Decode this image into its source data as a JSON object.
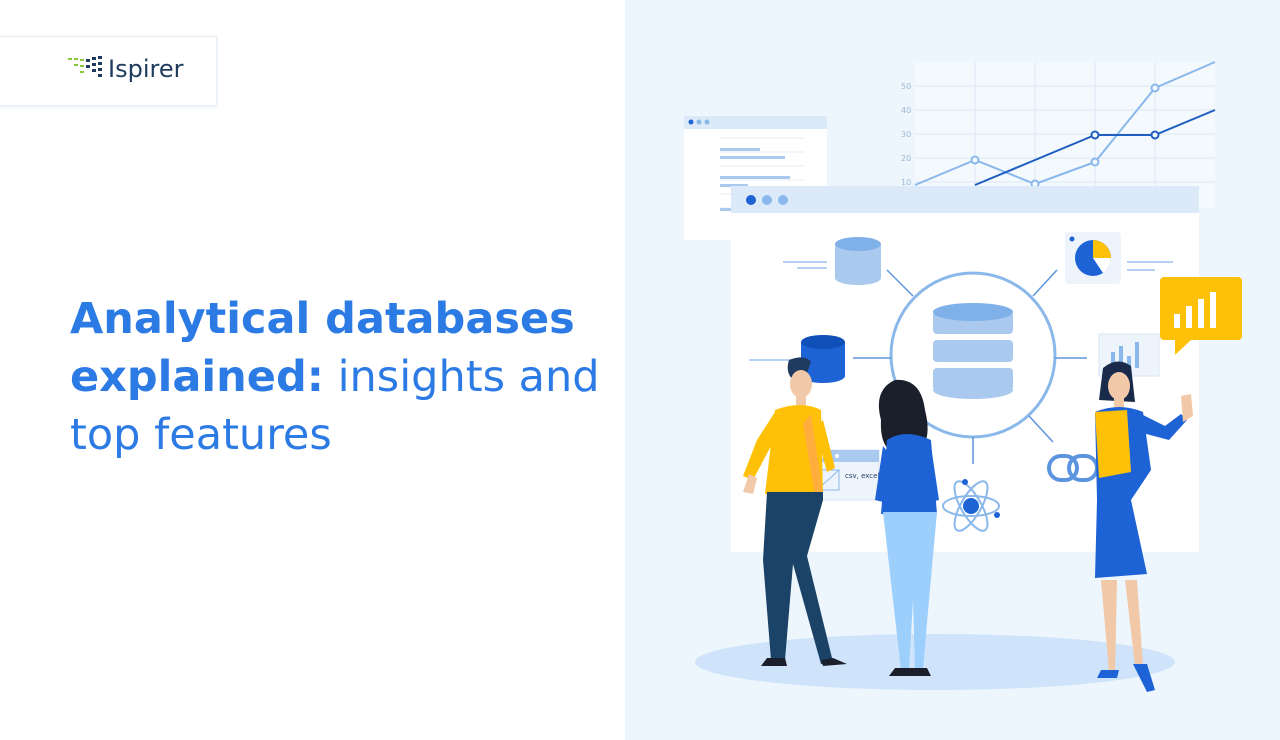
{
  "brand": {
    "name": "Ispirer",
    "accent": "#2c7be5",
    "logo_dark": "#1f3b5e",
    "logo_green": "#8cc63f"
  },
  "headline": {
    "bold": "Analytical databases explained:",
    "regular": "insights and top features",
    "color": "#2c7be5"
  },
  "illustration": {
    "file_label": "csv, excel",
    "chart_axis": [
      "50",
      "40",
      "30",
      "20",
      "10"
    ],
    "icons": [
      "database-icon",
      "pie-chart-icon",
      "bar-chart-bubble-icon",
      "atom-database-icon",
      "link-icon",
      "file-icon"
    ],
    "people": [
      "man-yellow-shirt",
      "woman-blue-top",
      "woman-blue-dress"
    ]
  }
}
